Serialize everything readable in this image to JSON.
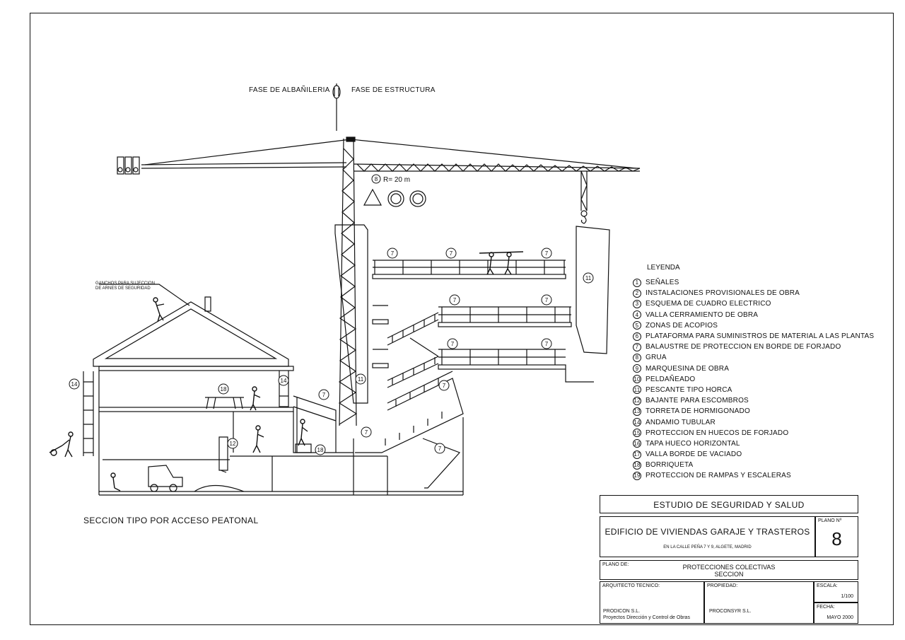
{
  "phases": {
    "left": "FASE DE ALBAÑILERIA",
    "right": "FASE DE ESTRUCTURA"
  },
  "crane": {
    "number": "8",
    "radius_label": "R= 20 m"
  },
  "section_caption": "SECCION TIPO POR ACCESO PEATONAL",
  "hooks_note": {
    "line1": "GANCHOS PARA SUJECCION",
    "line2": "DE ARNES DE SEGURIDAD"
  },
  "callouts": {
    "railing": "7",
    "scaffold": "14",
    "debris_chute": "12",
    "trestle": "18",
    "davit": "11"
  },
  "legend": {
    "title": "LEYENDA",
    "items": [
      {
        "num": "1",
        "text": "SEÑALES"
      },
      {
        "num": "2",
        "text": "INSTALACIONES PROVISIONALES DE OBRA"
      },
      {
        "num": "3",
        "text": "ESQUEMA DE CUADRO ELECTRICO"
      },
      {
        "num": "4",
        "text": "VALLA CERRAMIENTO DE OBRA"
      },
      {
        "num": "5",
        "text": "ZONAS DE ACOPIOS"
      },
      {
        "num": "6",
        "text": "PLATAFORMA PARA SUMINISTROS DE MATERIAL A LAS PLANTAS"
      },
      {
        "num": "7",
        "text": "BALAUSTRE DE PROTECCION EN BORDE DE FORJADO"
      },
      {
        "num": "8",
        "text": "GRUA"
      },
      {
        "num": "9",
        "text": "MARQUESINA DE OBRA"
      },
      {
        "num": "10",
        "text": "PELDAÑEADO"
      },
      {
        "num": "11",
        "text": "PESCANTE TIPO HORCA"
      },
      {
        "num": "12",
        "text": "BAJANTE PARA ESCOMBROS"
      },
      {
        "num": "13",
        "text": "TORRETA DE HORMIGONADO"
      },
      {
        "num": "14",
        "text": "ANDAMIO TUBULAR"
      },
      {
        "num": "15",
        "text": "PROTECCION EN HUECOS DE FORJADO"
      },
      {
        "num": "16",
        "text": "TAPA HUECO HORIZONTAL"
      },
      {
        "num": "17",
        "text": "VALLA BORDE DE VACIADO"
      },
      {
        "num": "18",
        "text": "BORRIQUETA"
      },
      {
        "num": "19",
        "text": "PROTECCION DE RAMPAS Y ESCALERAS"
      }
    ]
  },
  "title_block": {
    "study": "ESTUDIO DE SEGURIDAD Y SALUD",
    "project": "EDIFICIO DE VIVIENDAS GARAJE Y TRASTEROS",
    "address": "EN LA CALLE PEÑA 7 Y 9, ALGETE, MADRID",
    "plano_label": "PLANO Nº",
    "plano_number": "8",
    "plano_de_label": "PLANO DE:",
    "plano_de_line1": "PROTECCIONES COLECTIVAS",
    "plano_de_line2": "SECCION",
    "arquitecto_label": "ARQUITECTO TECNICO:",
    "arquitecto_line1": "PRODICON S.L.",
    "arquitecto_line2": "Proyectos Dirección y Control de Obras",
    "propiedad_label": "PROPIEDAD:",
    "propiedad_value": "PROCONSYR S.L.",
    "escala_label": "ESCALA:",
    "escala_value": "1/100",
    "fecha_label": "FECHA:",
    "fecha_value": "MAYO 2000"
  }
}
